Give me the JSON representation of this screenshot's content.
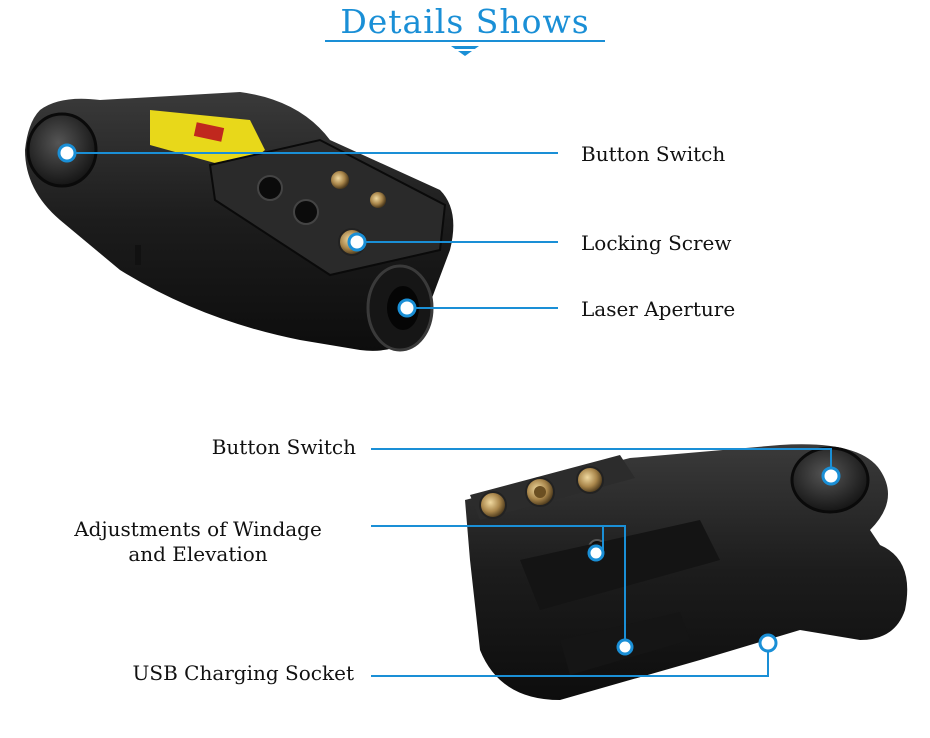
{
  "header": {
    "title": "Details Shows"
  },
  "top_view": {
    "callouts": [
      {
        "label": "Button Switch"
      },
      {
        "label": "Locking Screw"
      },
      {
        "label": "Laser Aperture"
      }
    ]
  },
  "bottom_view": {
    "callouts": [
      {
        "label": "Button Switch"
      },
      {
        "label_line1": "Adjustments of Windage",
        "label_line2": "and Elevation"
      },
      {
        "label": "USB Charging Socket"
      }
    ]
  },
  "colors": {
    "accent": "#1a8fd6",
    "device_body": "#1e1e1e",
    "text": "#111111"
  }
}
